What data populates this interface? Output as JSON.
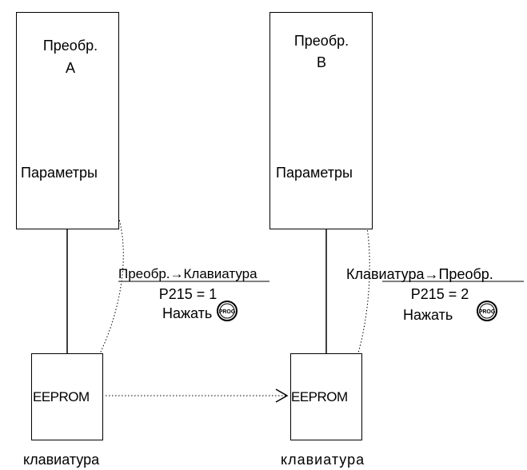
{
  "left": {
    "converter_title_line1": "Преобр.",
    "converter_title_line2": "А",
    "params_label": "Параметры",
    "transfer_label": "Преобр.→Клавиатура",
    "param_value": "P215 = 1",
    "press_label": "Нажать",
    "prog_key": "PROG",
    "eeprom_label": "EEPROM",
    "keyboard_label": "клавиатура"
  },
  "right": {
    "converter_title_line1": "Преобр.",
    "converter_title_line2": "В",
    "params_label": "Параметры",
    "transfer_label": "Клавиатура→Преобр.",
    "param_value": "P215 = 2",
    "press_label": "Нажать",
    "prog_key": "PROG",
    "eeprom_label": "EEPROM",
    "keyboard_label": "клавиатура"
  }
}
